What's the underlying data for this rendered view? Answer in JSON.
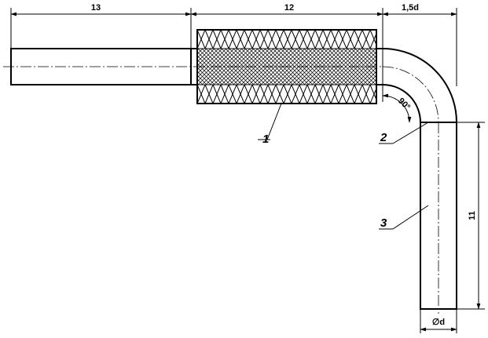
{
  "dimensions": {
    "dim_13": "13",
    "dim_12": "12",
    "dim_bend_radius": "1,5d",
    "dim_11": "11",
    "dim_diameter": "∅d"
  },
  "angle_label": "90°",
  "callouts": {
    "c1": "1",
    "c2": "2",
    "c3": "3"
  },
  "colors": {
    "line": "#000000",
    "background": "#ffffff"
  }
}
